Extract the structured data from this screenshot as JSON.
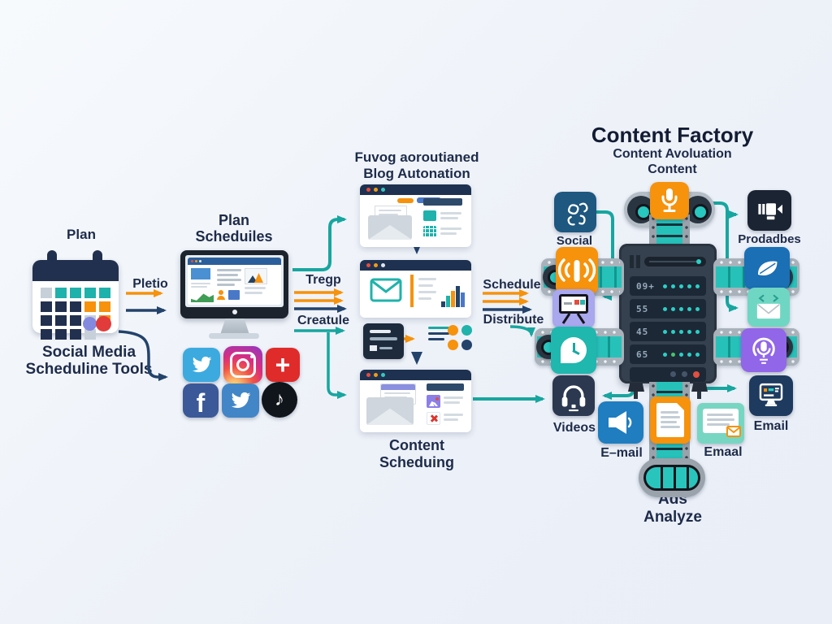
{
  "colors": {
    "teal": "#17a69f",
    "orange": "#f6920c",
    "navy": "#23436b",
    "ink": "#1d2b4a"
  },
  "left": {
    "plan": "Plan",
    "tools1": "Social Media",
    "tools2": "Scheduline Tools",
    "arrow": "Pletio"
  },
  "monitor": {
    "title1": "Plan",
    "title2": "Scheduiles",
    "flow1": "Tregp",
    "flow2": "Creatule"
  },
  "middle": {
    "title1": "Fuvog aoroutianed",
    "title2": "Blog Autonation",
    "caption1": "Content",
    "caption2": "Scheduing",
    "flow1": "Schedule",
    "flow2": "Distribute"
  },
  "factory": {
    "title": "Content Factory",
    "subtitle1": "Content Avoluation",
    "subtitle2": "Content",
    "machine_rows": [
      "09+",
      "55",
      "45",
      "65"
    ],
    "labels": {
      "social": "Social",
      "prodadbes": "Prodadbes",
      "videos": "Videos",
      "email_left": "E–mail",
      "emaal": "Emaal",
      "email_right": "Email",
      "ads1": "Ads",
      "ads2": "Analyze"
    }
  },
  "icons": {
    "facebook_glyph": "f",
    "plus_glyph": "+",
    "music_glyph": "♪"
  }
}
